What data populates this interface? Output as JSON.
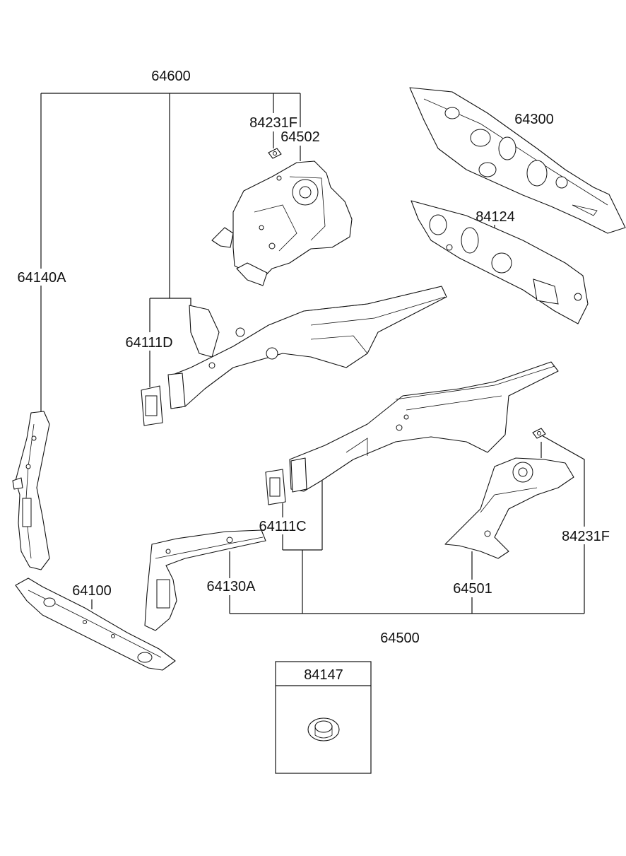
{
  "labels": {
    "p64600": "64600",
    "p84231F_top": "84231F",
    "p64502": "64502",
    "p64300": "64300",
    "p84124": "84124",
    "p64140A": "64140A",
    "p64111D": "64111D",
    "p64111C": "64111C",
    "p84231F_right": "84231F",
    "p64130A": "64130A",
    "p64100": "64100",
    "p64501": "64501",
    "p64500": "64500",
    "p84147": "84147"
  }
}
